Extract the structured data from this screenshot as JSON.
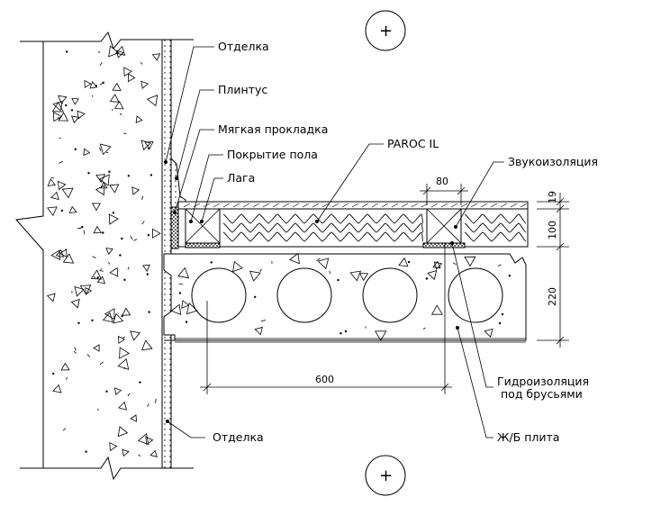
{
  "labels": {
    "finish_top": "Отделка",
    "baseboard": "Плинтус",
    "soft_gasket": "Мягкая прокладка",
    "floor_covering": "Покрытие пола",
    "joist": "Лага",
    "insulation": "PAROC IL",
    "sound_insulation": "Звукоизоляция",
    "waterproofing_line1": "Гидроизоляция",
    "waterproofing_line2": "под брусьями",
    "rc_slab": "Ж/Б плита",
    "finish_bottom": "Отделка"
  },
  "dimensions": {
    "bar_width": "80",
    "covering_thickness": "19",
    "insulation_thickness": "100",
    "slab_thickness": "220",
    "joist_spacing": "600"
  },
  "axis_marks": {
    "top": "+",
    "bottom": "+"
  }
}
